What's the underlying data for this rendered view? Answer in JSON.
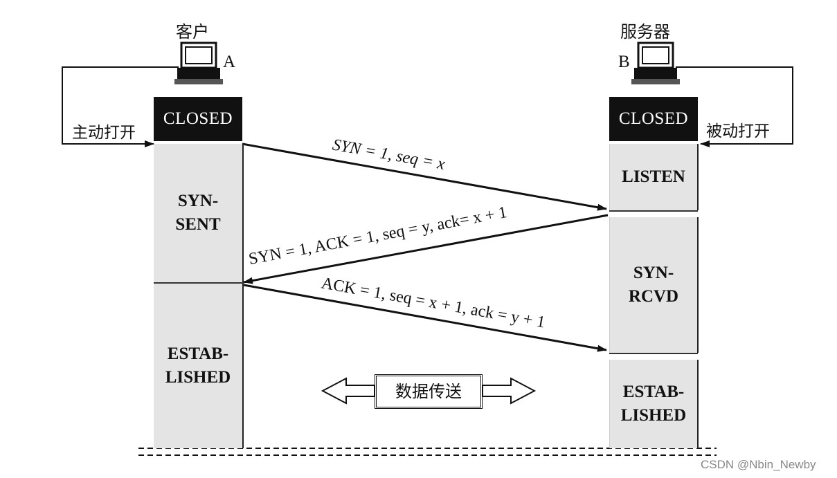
{
  "client": {
    "title": "客户",
    "letter": "A",
    "open_label": "主动打开"
  },
  "server": {
    "title": "服务器",
    "letter": "B",
    "open_label": "被动打开"
  },
  "states": {
    "client_closed": "CLOSED",
    "server_closed": "CLOSED",
    "client_syn_sent": "SYN-\nSENT",
    "client_established": "ESTAB-\nLISHED",
    "server_listen": "LISTEN",
    "server_syn_rcvd": "SYN-\nRCVD",
    "server_established": "ESTAB-\nLISHED"
  },
  "messages": {
    "syn": "SYN = 1, seq = x",
    "syn_ack": "SYN = 1, ACK = 1, seq = y, ack= x + 1",
    "ack": "ACK = 1, seq = x + 1, ack = y + 1"
  },
  "data_transfer": "数据传送",
  "watermark": "CSDN @Nbin_Newby"
}
